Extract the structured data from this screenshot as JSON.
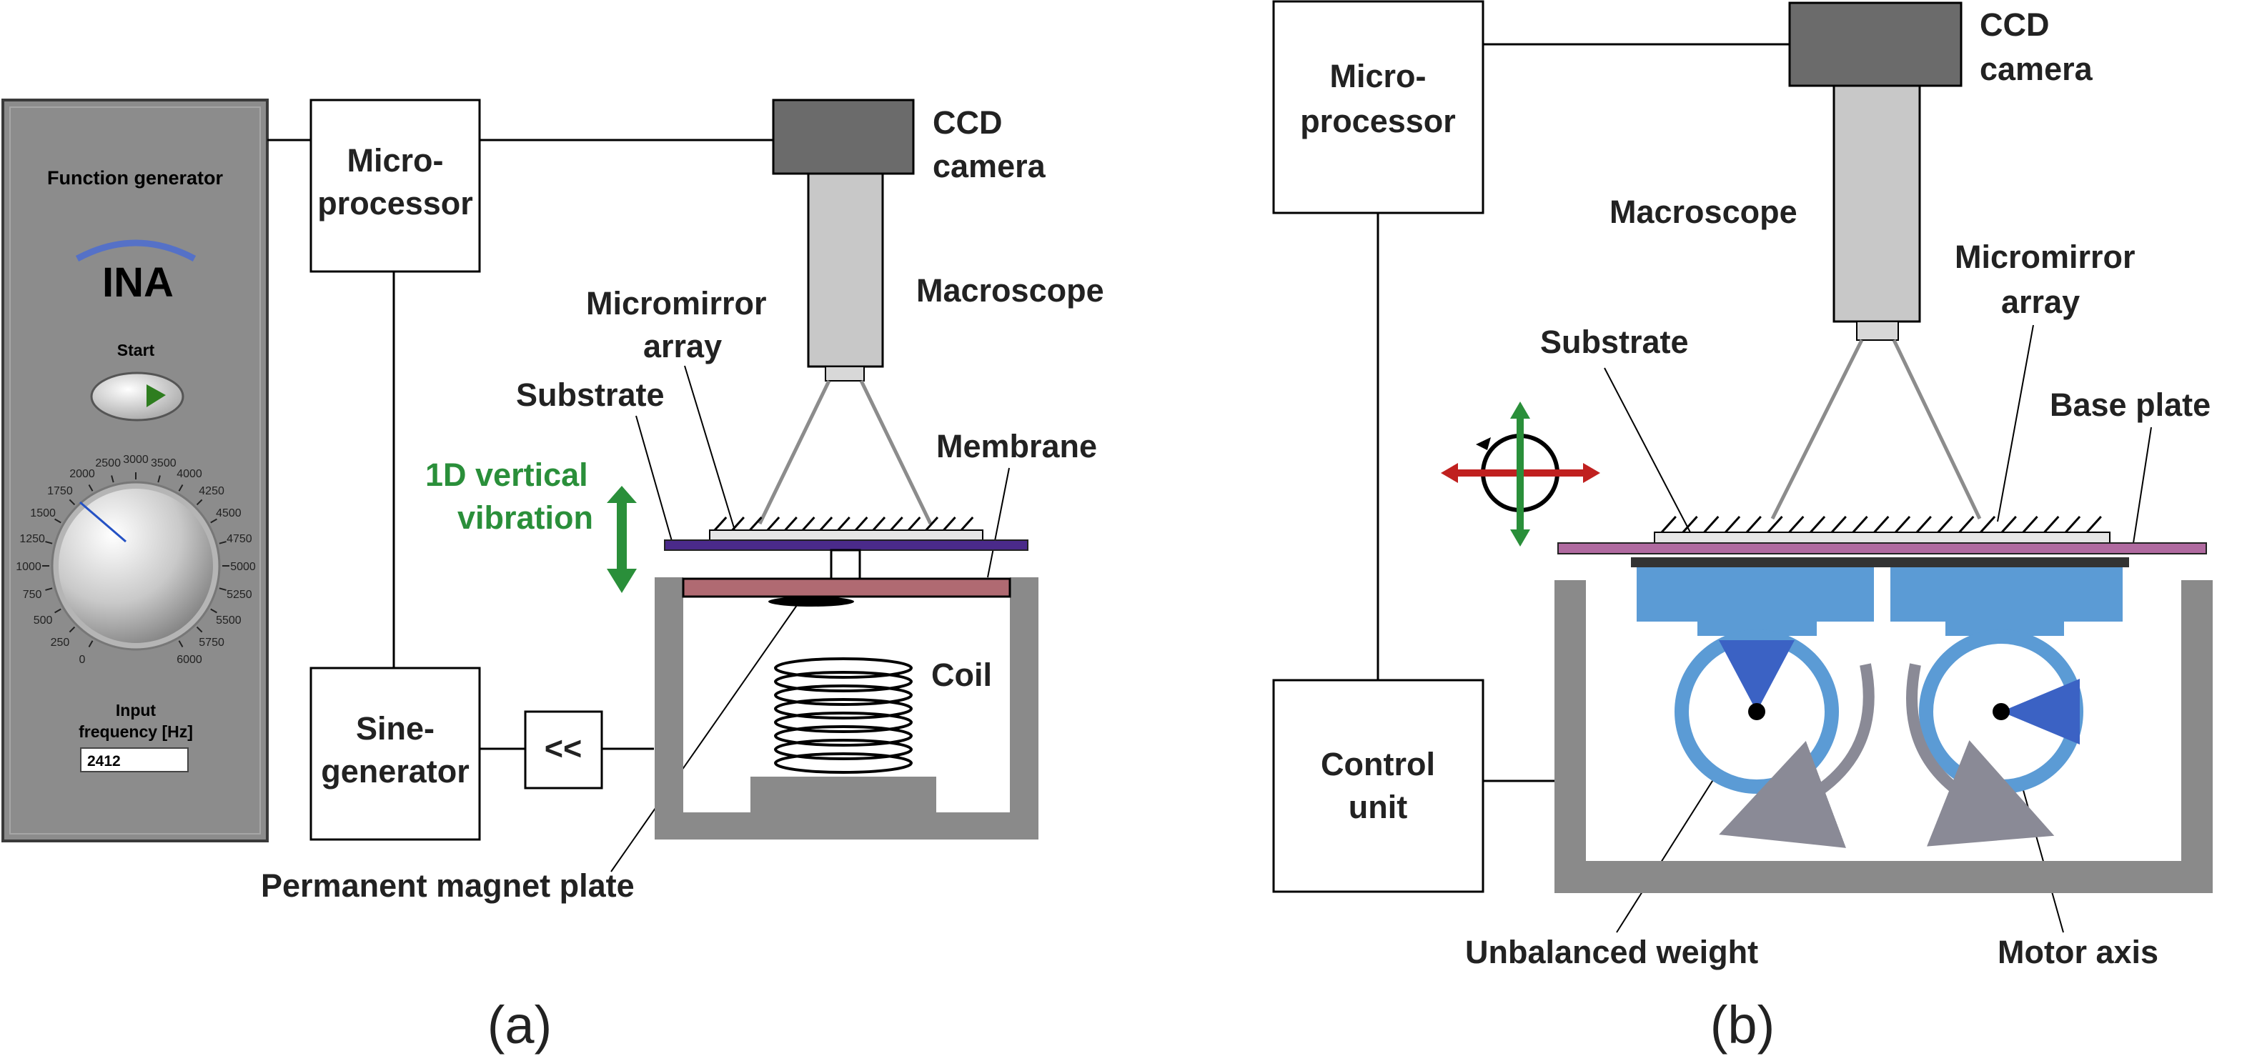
{
  "function_generator": {
    "title": "Function generator",
    "logo": "INA",
    "start_label": "Start",
    "dial_ticks": [
      "0",
      "250",
      "500",
      "750",
      "1000",
      "1250",
      "1500",
      "1750",
      "2000",
      "2500",
      "3000",
      "3500",
      "4000",
      "4250",
      "4500",
      "4750",
      "5000",
      "5250",
      "5500",
      "5750",
      "6000"
    ],
    "input_label_line1": "Input",
    "input_label_line2": "frequency [Hz]",
    "input_value": "2412"
  },
  "panel_a": {
    "microprocessor": [
      "Micro-",
      "processor"
    ],
    "ccd_camera": [
      "CCD",
      "camera"
    ],
    "macroscope": "Macroscope",
    "micromirror_array": [
      "Micromirror",
      "array"
    ],
    "substrate": "Substrate",
    "membrane": "Membrane",
    "vibration": [
      "1D vertical",
      "vibration"
    ],
    "coil": "Coil",
    "sine_generator": [
      "Sine-",
      "generator"
    ],
    "amplifier": "<<",
    "permanent_magnet_plate": "Permanent magnet plate",
    "caption": "(a)"
  },
  "panel_b": {
    "microprocessor": [
      "Micro-",
      "processor"
    ],
    "ccd_camera": [
      "CCD",
      "camera"
    ],
    "macroscope": "Macroscope",
    "micromirror_array": [
      "Micromirror",
      "array"
    ],
    "substrate": "Substrate",
    "base_plate": "Base plate",
    "control_unit": [
      "Control",
      "unit"
    ],
    "unbalanced_weight": "Unbalanced weight",
    "motor_axis": "Motor axis",
    "caption": "(b)"
  },
  "colors": {
    "panel_gray": "#8c8c8c",
    "camera_dark": "#6b6b6b",
    "macroscope_light": "#c8c8c8",
    "substrate_purple": "#4a2a8a",
    "membrane_red": "#b06a72",
    "base_plate_pink": "#b06aa0",
    "motor_blue": "#5b9bd5",
    "weight_blue": "#3b62c4",
    "arrow_green": "#2a8f3a",
    "arrow_red": "#c0201f",
    "rotation_gray": "#8a8a96"
  }
}
